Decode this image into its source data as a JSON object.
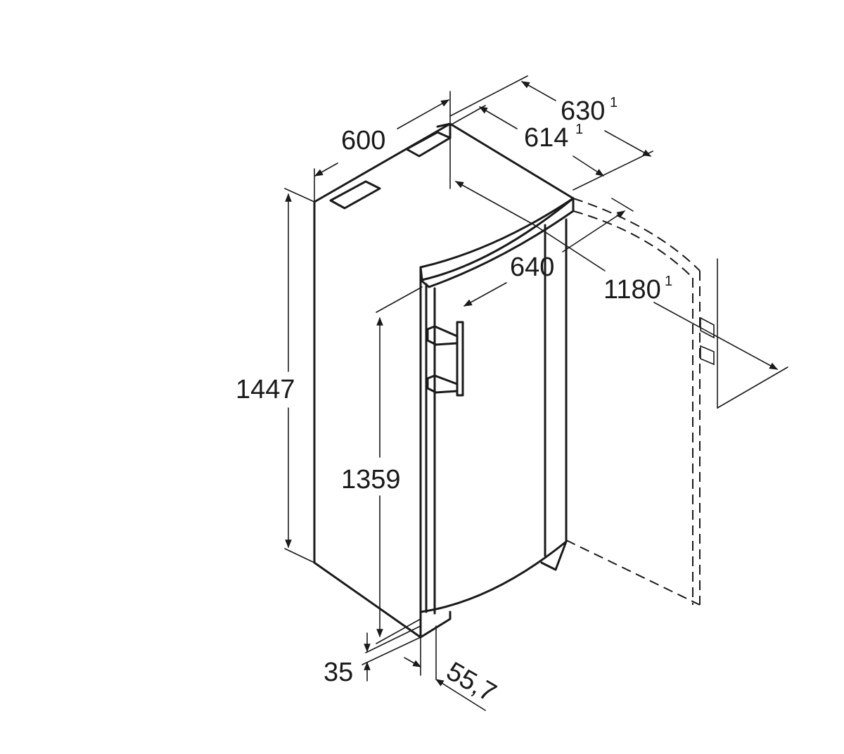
{
  "dimensions": {
    "width": {
      "value": "600",
      "note": ""
    },
    "depth_total": {
      "value": "630",
      "note": "1"
    },
    "depth_body": {
      "value": "614",
      "note": "1"
    },
    "depth_door": {
      "value": "640",
      "note": ""
    },
    "door_open": {
      "value": "1180",
      "note": "1"
    },
    "height_total": {
      "value": "1447",
      "note": ""
    },
    "height_door": {
      "value": "1359",
      "note": ""
    },
    "foot_height": {
      "value": "35",
      "note": ""
    },
    "door_offset": {
      "value": "55,7",
      "note": ""
    }
  }
}
